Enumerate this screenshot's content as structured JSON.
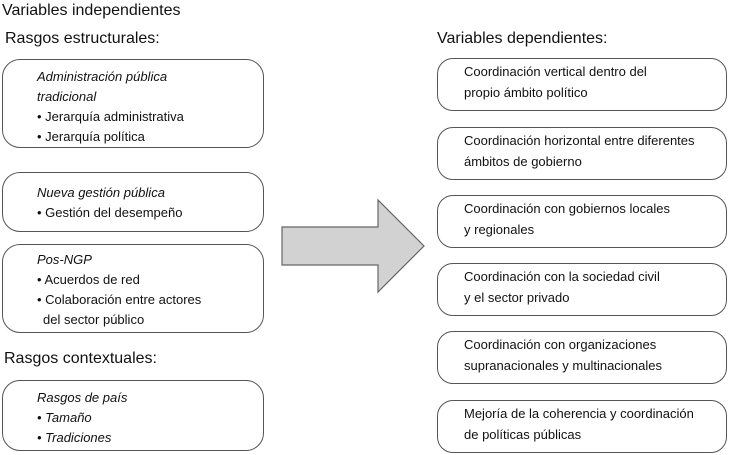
{
  "headings": {
    "independent": "Variables independientes",
    "structural": "Rasgos estructurales:",
    "contextual": "Rasgos contextuales:",
    "dependent": "Variables dependientes:"
  },
  "structural_boxes": [
    {
      "title_lines": [
        "Administración pública",
        "tradicional"
      ],
      "items": [
        "• Jerarquía administrativa",
        "• Jerarquía política"
      ]
    },
    {
      "title_lines": [
        "Nueva gestión pública"
      ],
      "items": [
        "• Gestión del desempeño"
      ]
    },
    {
      "title_lines": [
        "Pos-NGP"
      ],
      "items": [
        "• Acuerdos de red",
        "• Colaboración entre actores"
      ],
      "continuation": "del sector público"
    }
  ],
  "contextual_box": {
    "title": "Rasgos de país",
    "items": [
      "• Tamaño",
      "• Tradiciones"
    ]
  },
  "dependent_boxes": [
    [
      "Coordinación vertical dentro del",
      "propio ámbito político"
    ],
    [
      "Coordinación horizontal entre diferentes",
      "ámbitos de gobierno"
    ],
    [
      "Coordinación con gobiernos locales",
      "y regionales"
    ],
    [
      "Coordinación con la sociedad civil",
      "y el sector privado"
    ],
    [
      "Coordinación con organizaciones",
      "supranacionales y multinacionales"
    ],
    [
      "Mejoría de la coherencia y coordinación",
      "de políticas públicas"
    ]
  ],
  "colors": {
    "arrow_fill": "#d2d2d2",
    "arrow_stroke": "#666666",
    "box_border": "#555555",
    "text": "#111111"
  }
}
